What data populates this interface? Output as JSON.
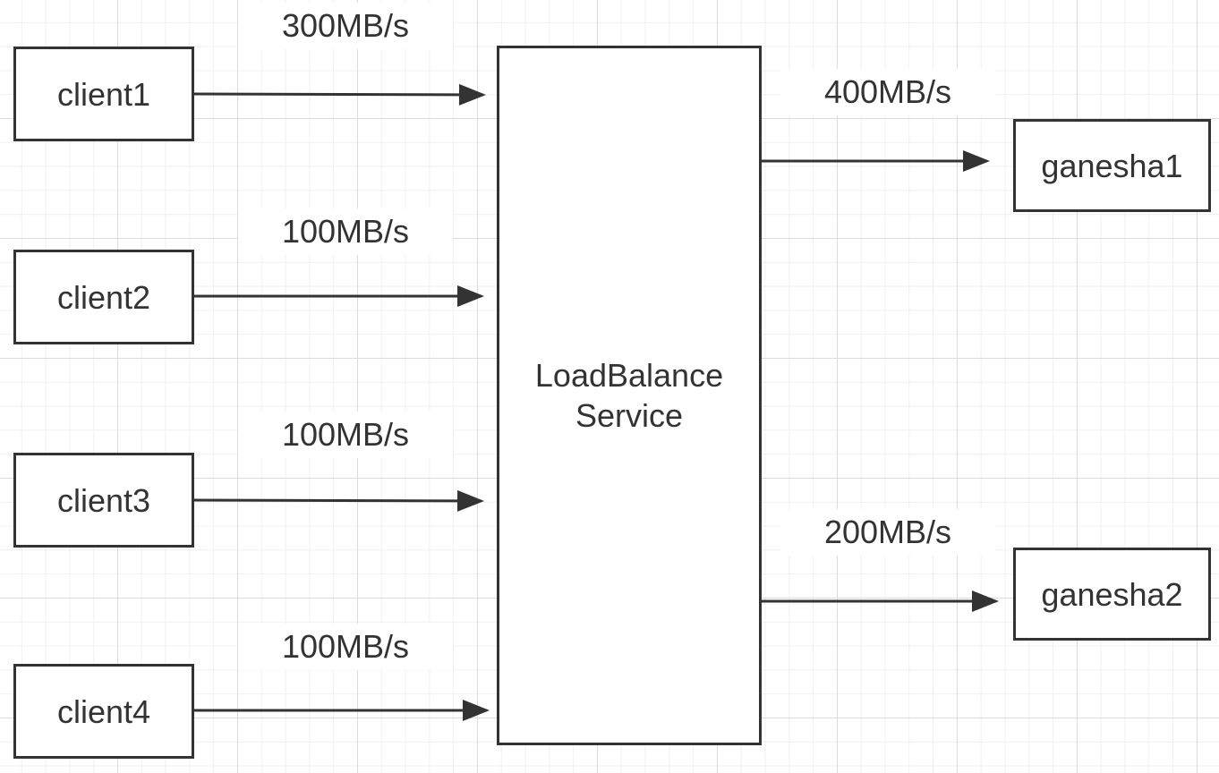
{
  "diagram": {
    "colors": {
      "stroke": "#333333",
      "text": "#333333",
      "grid_major": "#dcdcdc",
      "grid_minor": "#f0f0f0"
    },
    "nodes": {
      "client1": "client1",
      "client2": "client2",
      "client3": "client3",
      "client4": "client4",
      "loadbalance": "LoadBalance\nService",
      "ganesha1": "ganesha1",
      "ganesha2": "ganesha2"
    },
    "edges": {
      "client1_to_lb": "300MB/s",
      "client2_to_lb": "100MB/s",
      "client3_to_lb": "100MB/s",
      "client4_to_lb": "100MB/s",
      "lb_to_ganesha1": "400MB/s",
      "lb_to_ganesha2": "200MB/s"
    }
  }
}
